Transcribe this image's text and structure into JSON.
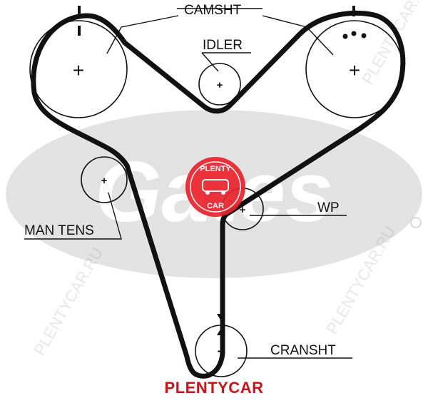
{
  "labels": {
    "camshaft": "CAMSHT",
    "idler": "IDLER",
    "man_tens": "MAN TENS",
    "water_pump": "WP",
    "crankshaft": "CRANSHT"
  },
  "watermark": {
    "brand": "Gates",
    "badge_top": "PLENTY",
    "badge_bottom": "CAR",
    "background_text": "PLENTYCAR.RU"
  },
  "footer": {
    "text": "PLENTYCAR"
  },
  "colors": {
    "belt": "#111111",
    "watermark_gray": "#d7d7d7",
    "badge_red": "#e8222a",
    "footer_red": "#c8151b"
  }
}
